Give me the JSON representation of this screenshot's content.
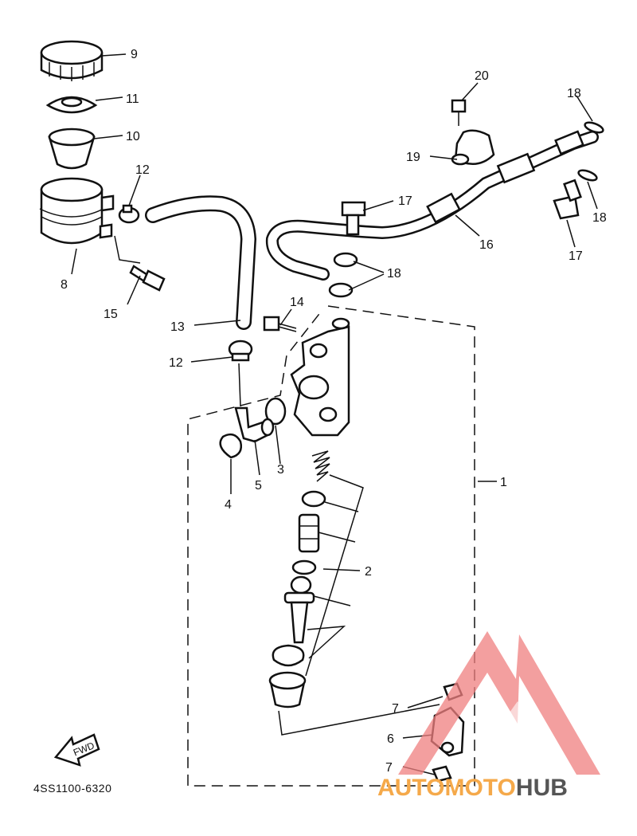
{
  "callouts": [
    {
      "id": "c9",
      "text": "9"
    },
    {
      "id": "c11",
      "text": "11"
    },
    {
      "id": "c10",
      "text": "10"
    },
    {
      "id": "c12a",
      "text": "12"
    },
    {
      "id": "c8",
      "text": "8"
    },
    {
      "id": "c15",
      "text": "15"
    },
    {
      "id": "c13",
      "text": "13"
    },
    {
      "id": "c12b",
      "text": "12"
    },
    {
      "id": "c14",
      "text": "14"
    },
    {
      "id": "c4",
      "text": "4"
    },
    {
      "id": "c5",
      "text": "5"
    },
    {
      "id": "c3",
      "text": "3"
    },
    {
      "id": "c20",
      "text": "20"
    },
    {
      "id": "c18a",
      "text": "18"
    },
    {
      "id": "c19",
      "text": "19"
    },
    {
      "id": "c17a",
      "text": "17"
    },
    {
      "id": "c18b",
      "text": "18"
    },
    {
      "id": "c16",
      "text": "16"
    },
    {
      "id": "c17b",
      "text": "17"
    },
    {
      "id": "c18c",
      "text": "18"
    },
    {
      "id": "c1",
      "text": "1"
    },
    {
      "id": "c2",
      "text": "2"
    },
    {
      "id": "c7a",
      "text": "7"
    },
    {
      "id": "c6",
      "text": "6"
    },
    {
      "id": "c7b",
      "text": "7"
    }
  ],
  "fwd_label": "FWD",
  "diagram_code": "4SS1100-6320",
  "watermark": {
    "part1": "AUTOMOTO",
    "part2": "HUB",
    "color1": "#f5a94a",
    "color2": "#555555",
    "logo_color": "#f08080"
  }
}
